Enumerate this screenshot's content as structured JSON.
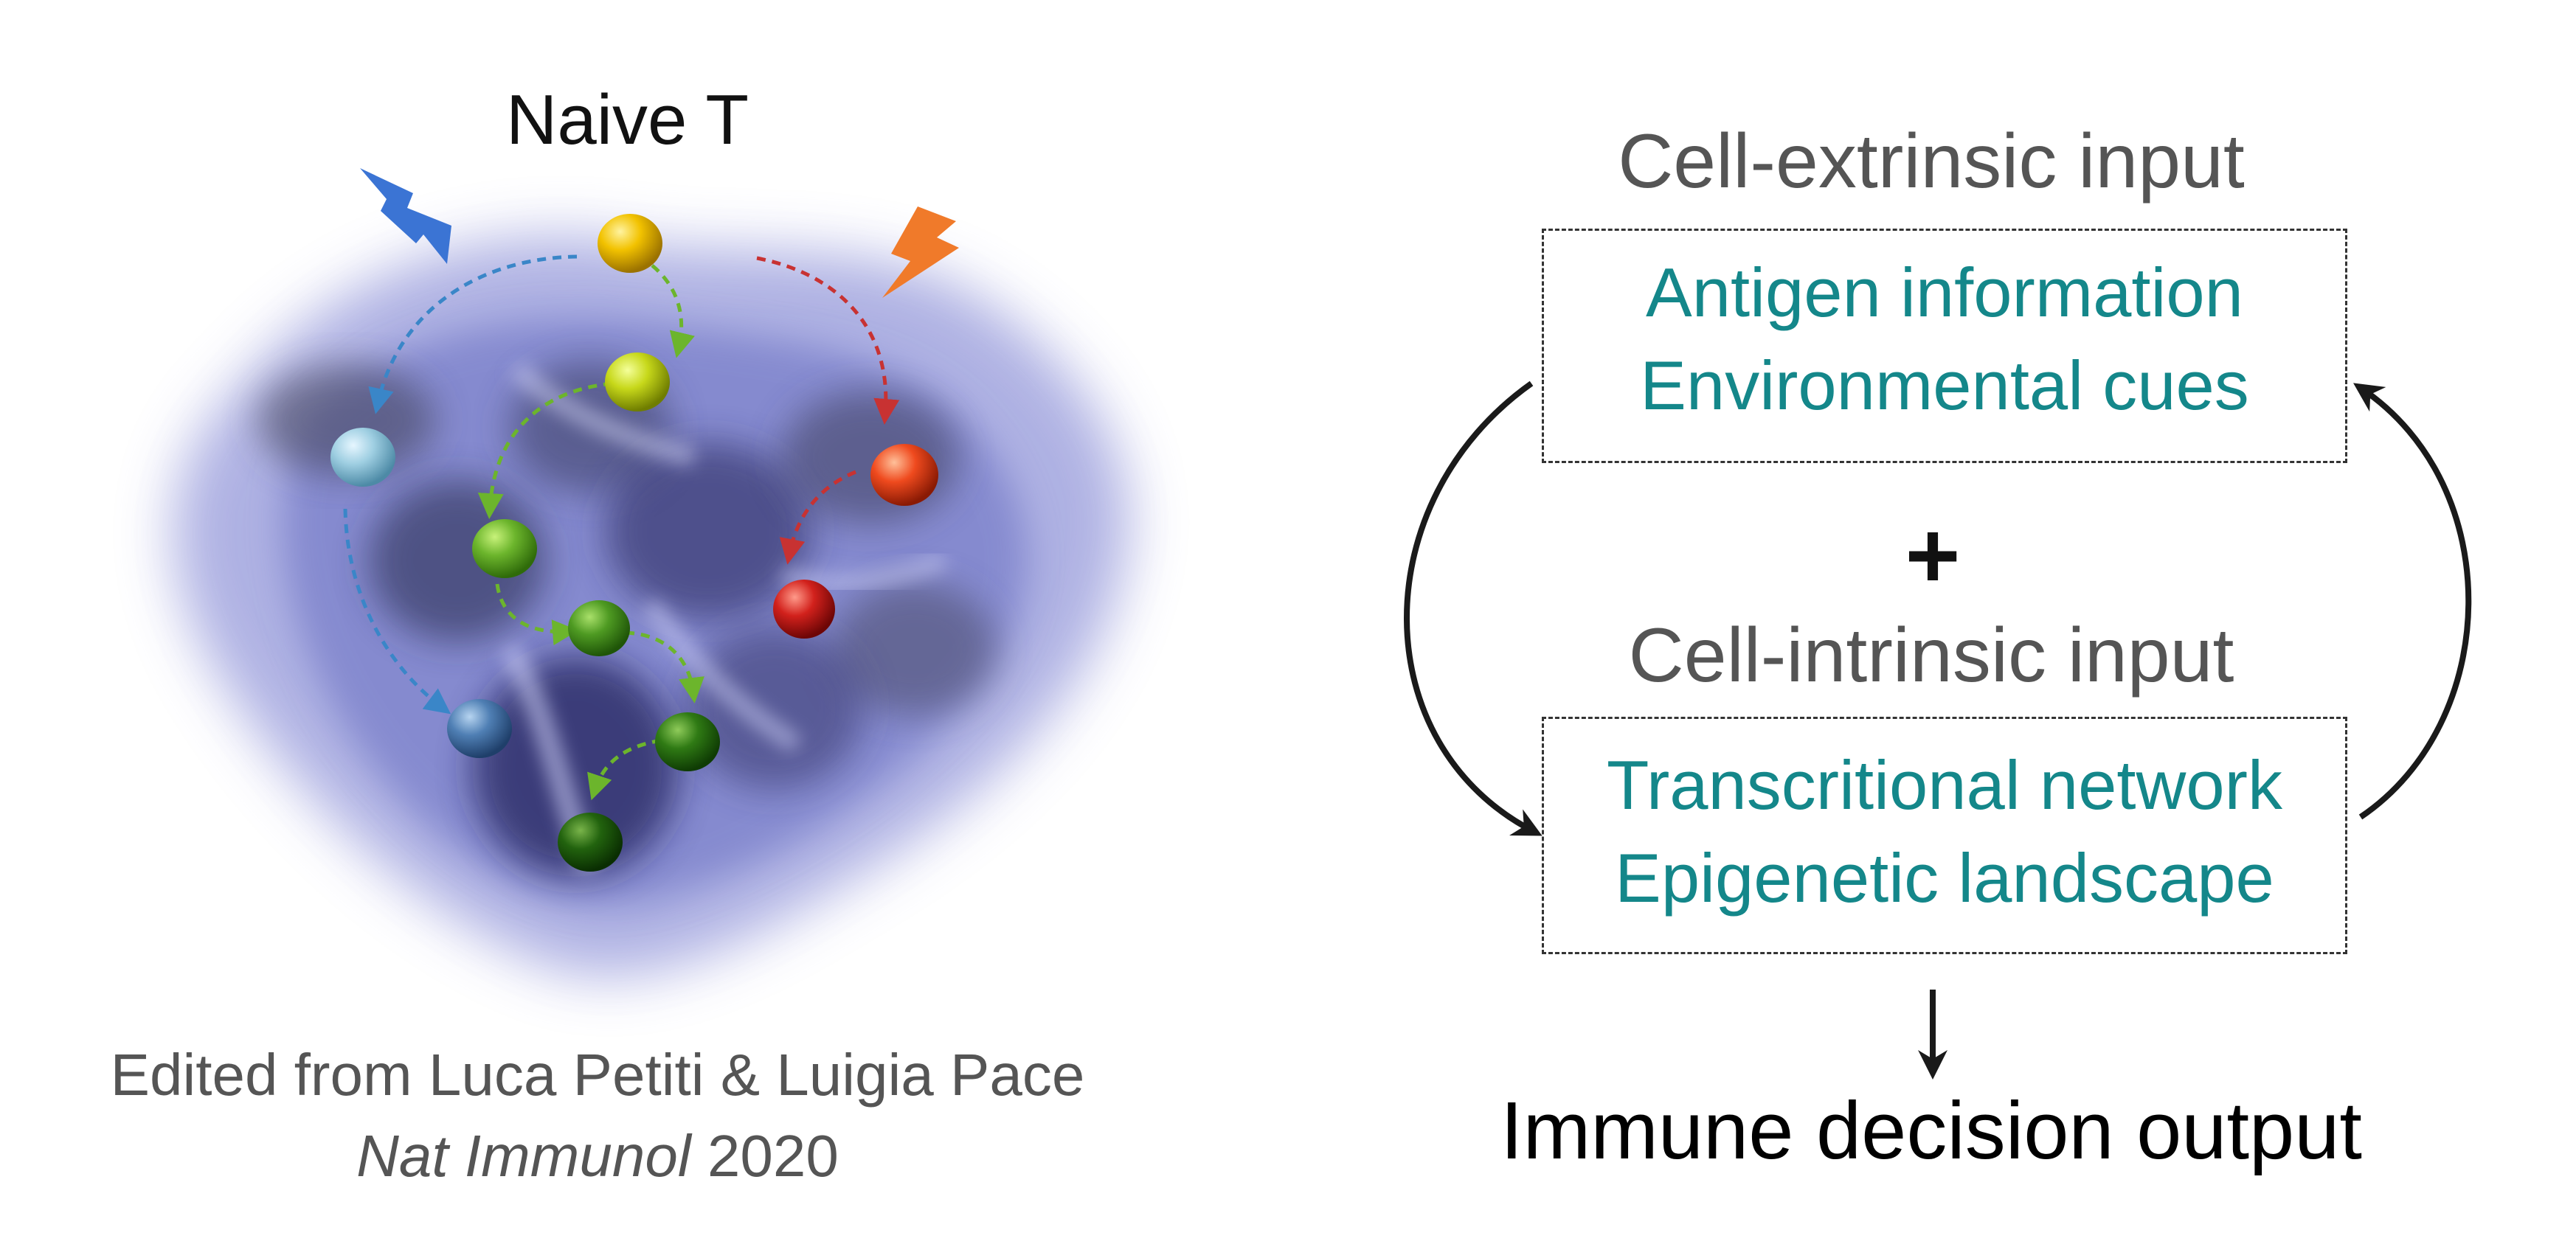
{
  "landscape": {
    "start_label": "Naive T",
    "credit_line1": "Edited from Luca Petiti & Luigia Pace",
    "credit_journal": "Nat Immunol",
    "credit_year": "2020",
    "colors": {
      "surface": "#5a5fb8",
      "blue_path": "#3a86c8",
      "green_path": "#6cb52c",
      "red_path": "#c83232",
      "bolt_left": "#3b74d4",
      "bolt_right": "#f07a2a"
    },
    "icons": [
      "lightning-bolt-blue",
      "lightning-bolt-orange"
    ]
  },
  "model": {
    "extrinsic_heading": "Cell-extrinsic input",
    "extrinsic_items": [
      "Antigen information",
      "Environmental cues"
    ],
    "plus": "+",
    "intrinsic_heading": "Cell-intrinsic input",
    "intrinsic_items": [
      "Transcritional network",
      "Epigenetic landscape"
    ],
    "output": "Immune decision output",
    "colors": {
      "heading": "#555555",
      "item": "#14878a",
      "arrow": "#1a1a1a"
    }
  }
}
